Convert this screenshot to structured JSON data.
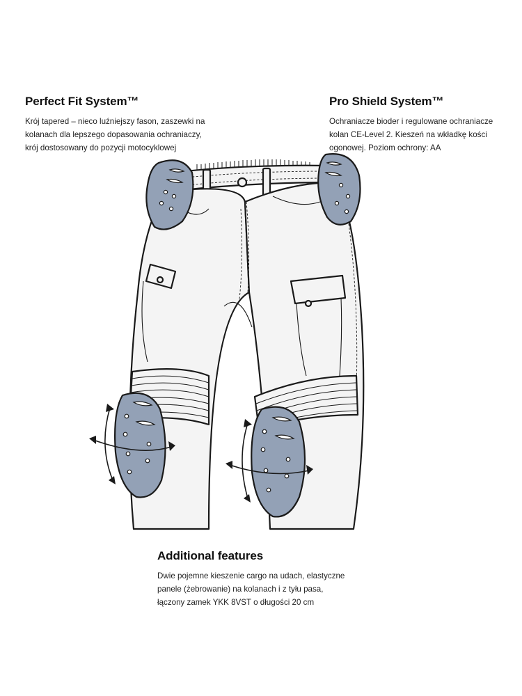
{
  "perfect_fit": {
    "title": "Perfect Fit System™",
    "lines": [
      "Krój tapered – nieco luźniejszy fason, zaszewki na",
      "kolanach dla lepszego dopasowania ochraniaczy,",
      "krój dostosowany do pozycji motocyklowej"
    ]
  },
  "pro_shield": {
    "title": "Pro Shield System™",
    "lines": [
      "Ochraniacze bioder i regulowane ochraniacze",
      "kolan CE-Level 2. Kieszeń na wkładkę kości",
      "ogonowej. Poziom ochrony: AA"
    ]
  },
  "additional": {
    "title": "Additional features",
    "lines": [
      "Dwie pojemne kieszenie cargo na udach, elastyczne",
      "panele (żebrowanie) na kolanach i z tyłu pasa,",
      "łączony zamek YKK 8VST o długości 20 cm"
    ]
  },
  "colors": {
    "armor": "#93a1b6",
    "outline": "#1a1a1a",
    "fabric": "#f4f4f4"
  }
}
